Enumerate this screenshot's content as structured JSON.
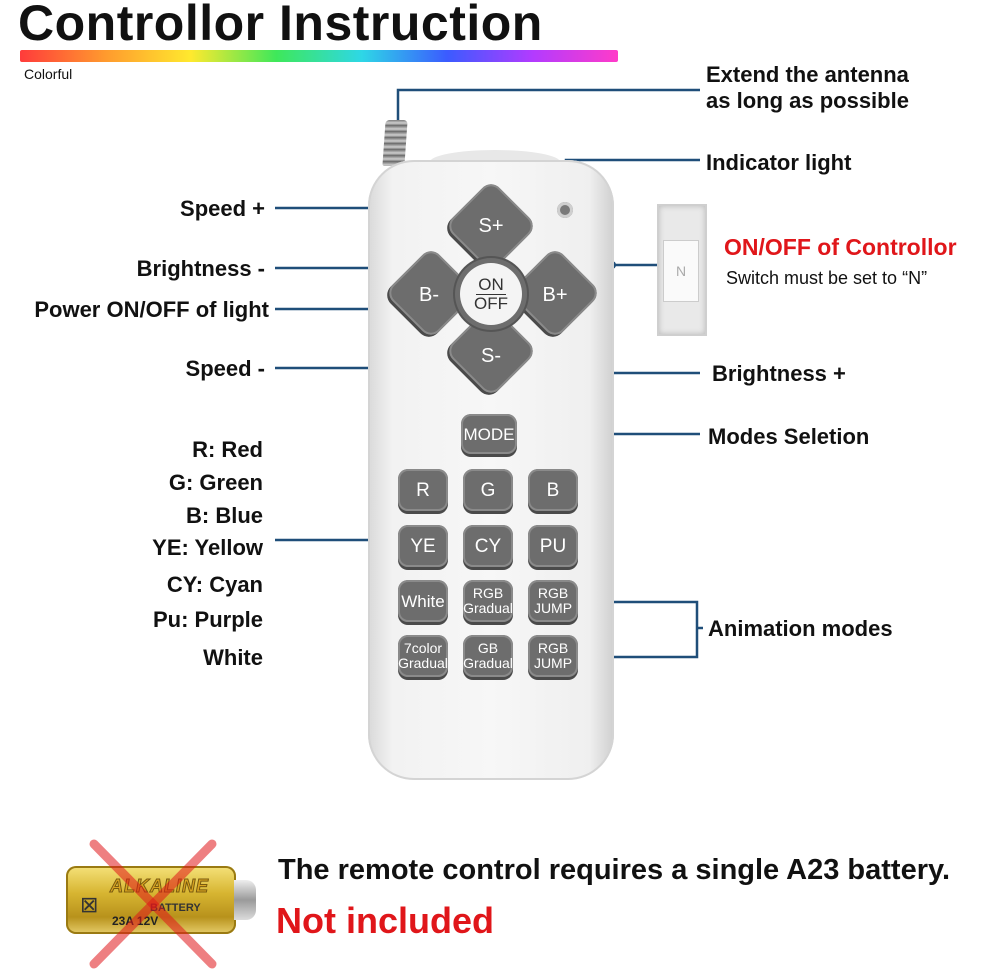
{
  "header": {
    "title": "Controllor Instruction",
    "subtitle": "Colorful"
  },
  "colors": {
    "accent_red": "#e0161a",
    "button_gray": "#6d6d6d",
    "leader_line": "#1f4e79"
  },
  "labels": {
    "antenna": [
      "Extend the antenna",
      "as long as possible"
    ],
    "indicator": "Indicator light",
    "speed_plus": "Speed +",
    "brightness_minus": "Brightness -",
    "power": "Power ON/OFF of light",
    "speed_minus": "Speed -",
    "brightness_plus": "Brightness +",
    "modes": "Modes Seletion",
    "animation": "Animation modes",
    "switch_title": "ON/OFF of Controllor",
    "switch_note": "Switch must be set to “N”"
  },
  "color_legend": [
    "R: Red",
    "G: Green",
    "B: Blue",
    "YE: Yellow",
    "CY: Cyan",
    "Pu: Purple",
    "White"
  ],
  "remote": {
    "s_plus": "S+",
    "s_minus": "S-",
    "b_minus": "B-",
    "b_plus": "B+",
    "on": "ON",
    "off": "OFF",
    "mode": "MODE",
    "r": "R",
    "g": "G",
    "b": "B",
    "ye": "YE",
    "cy": "CY",
    "pu": "PU",
    "white": "White",
    "rgb_gradual_1": "RGB",
    "rgb_gradual_2": "Gradual",
    "rgb_jump_1": "RGB",
    "rgb_jump_2": "JUMP",
    "c7_gradual_1": "7color",
    "c7_gradual_2": "Gradual",
    "gb_gradual_1": "GB",
    "gb_gradual_2": "Gradual",
    "rgb_jump2_1": "RGB",
    "rgb_jump2_2": "JUMP"
  },
  "switch_glyph": "N",
  "battery": {
    "brand": "ALKALINE",
    "type": "BATTERY",
    "model": "23A 12V",
    "note": "The remote control requires a single A23 battery.",
    "not_included": "Not included"
  }
}
